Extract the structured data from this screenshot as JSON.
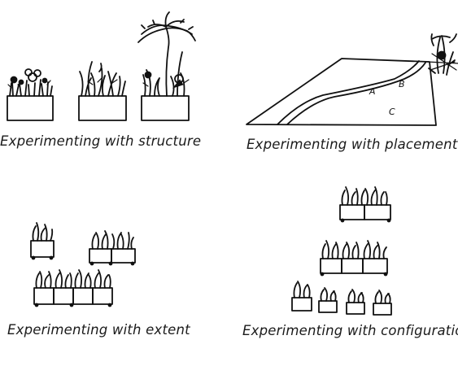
{
  "panels": [
    {
      "id": "structure",
      "caption": "Experimenting with structure"
    },
    {
      "id": "placement",
      "caption": "Experimenting with placement",
      "zone_labels": [
        "A",
        "B",
        "C"
      ]
    },
    {
      "id": "extent",
      "caption": "Experimenting with extent"
    },
    {
      "id": "configuration",
      "caption": "Experimenting with configuration"
    }
  ],
  "style": {
    "ink": "#111111",
    "background": "#ffffff"
  }
}
